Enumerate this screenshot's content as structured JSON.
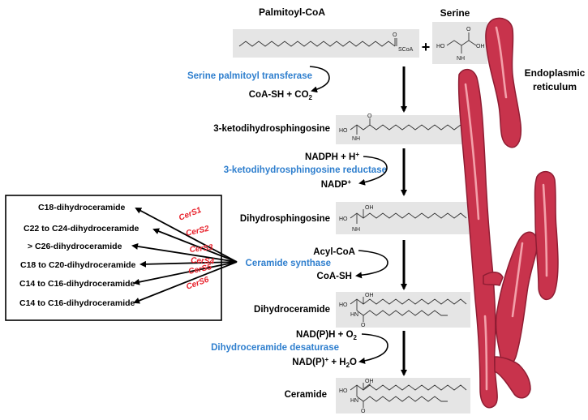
{
  "colors": {
    "enzyme": "#2f7fce",
    "isoform": "#e8202a",
    "text": "#000000",
    "er_fill": "#c8334c",
    "er_highlight": "#f3a0aa",
    "structure_bg": "#e5e5e5"
  },
  "substrates": {
    "palmitoyl_coa": "Palmitoyl-CoA",
    "serine": "Serine",
    "plus": "+",
    "coa_label": "SCoA"
  },
  "steps": [
    {
      "enzyme": "Serine palmitoyl transferase",
      "cofactors": [
        "CoA-SH + CO",
        "2"
      ]
    },
    {
      "enzyme": "3-ketodihydrosphingosine reductase",
      "cofactors": [
        "NADPH + H",
        "+",
        "NADP",
        "+"
      ]
    },
    {
      "enzyme": "Ceramide synthase",
      "cofactors": [
        "Acyl-CoA",
        "CoA-SH"
      ]
    },
    {
      "enzyme": "Dihydroceramide desaturase",
      "cofactors": [
        "NAD(P)H + O",
        "2",
        "NAD(P)",
        "+",
        " + H",
        "2",
        "O"
      ]
    }
  ],
  "intermediates": [
    "3-ketodihydrosphingosine",
    "Dihydrosphingosine",
    "Dihydroceramide",
    "Ceramide"
  ],
  "cers_box": [
    {
      "isoform": "CerS1",
      "product": "C18-dihydroceramide"
    },
    {
      "isoform": "CerS2",
      "product": "C22 to C24-dihydroceramide"
    },
    {
      "isoform": "CerS3",
      "product": "> C26-dihydroceramide"
    },
    {
      "isoform": "CerS4",
      "product": "C18 to C20-dihydroceramide"
    },
    {
      "isoform": "CerS5",
      "product": "C14 to C16-dihydroceramide"
    },
    {
      "isoform": "CerS6",
      "product": "C14 to C16-dihydroceramide"
    }
  ],
  "organelle": [
    "Endoplasmic",
    "reticulum"
  ]
}
